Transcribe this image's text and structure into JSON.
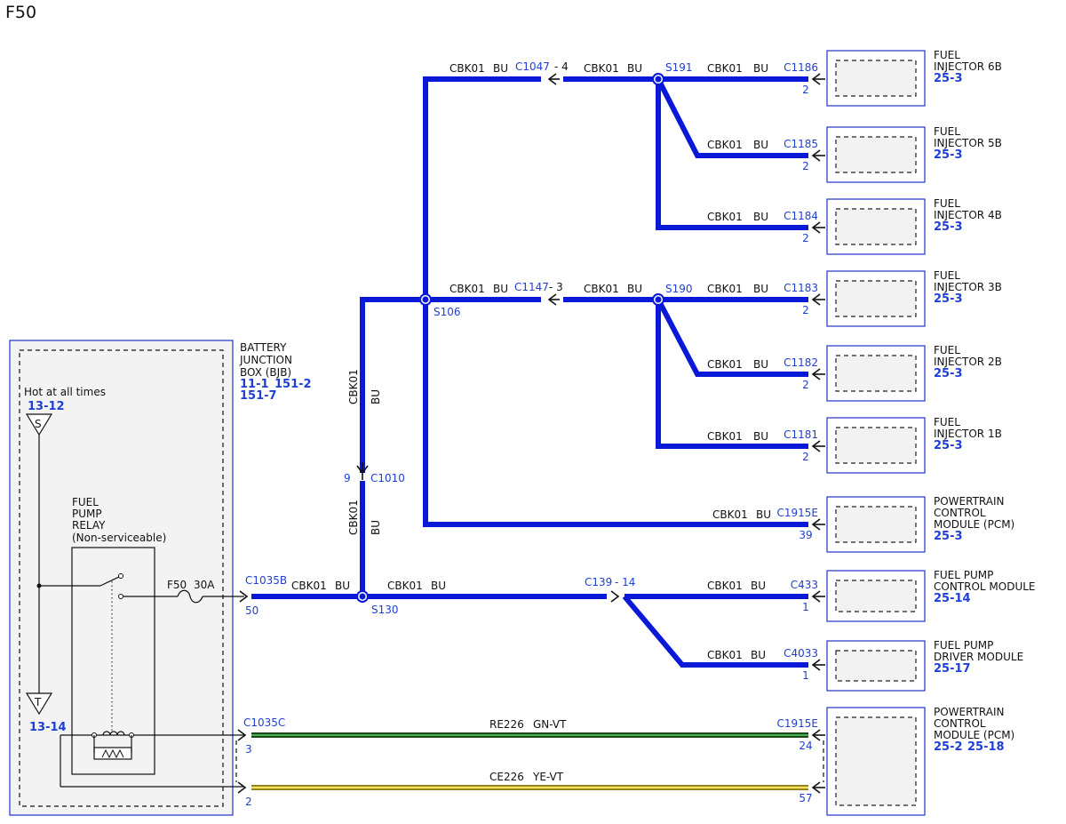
{
  "page_title": "F50",
  "colors": {
    "wire_blue": "#0a18d8",
    "link_blue": "#1f3fd4",
    "wire_green": "#2e7d32",
    "wire_yellow": "#e8d240"
  },
  "bjb": {
    "name": [
      "BATTERY",
      "JUNCTION",
      "BOX (BJB)"
    ],
    "refs_line1": [
      "11-1",
      "151-2"
    ],
    "refs_line2": "151-7",
    "hot_label": "Hot at all times",
    "s_ref": "13-12",
    "s_symbol": "S",
    "t_symbol": "T",
    "t_ref": "13-14",
    "relay_name": [
      "FUEL",
      "PUMP",
      "RELAY",
      "(Non-serviceable)"
    ],
    "fuse_label": "F50",
    "fuse_rating": "30A"
  },
  "splices": {
    "s191": "S191",
    "s190": "S190",
    "s106": "S106",
    "s130": "S130"
  },
  "inline_connectors": {
    "c1047": {
      "name": "C1047",
      "pin": "- 4"
    },
    "c1147": {
      "name": "C1147",
      "pin": "- 3"
    },
    "c1010": {
      "name": "C1010",
      "pin": "9"
    },
    "c139": {
      "name": "C139",
      "pin": "- 14"
    },
    "c1035b": {
      "name": "C1035B",
      "pin": "50"
    },
    "c1035c": {
      "name": "C1035C",
      "pin": "3",
      "pin2": "2"
    }
  },
  "wires": {
    "circuit": "CBK01",
    "color": "BU",
    "re226": {
      "circuit": "RE226",
      "color": "GN-VT"
    },
    "ce226": {
      "circuit": "CE226",
      "color": "YE-VT"
    }
  },
  "components": [
    {
      "id": "inj6b",
      "connector": "C1186",
      "pin": "2",
      "name": [
        "FUEL",
        "INJECTOR 6B"
      ],
      "ref": "25-3"
    },
    {
      "id": "inj5b",
      "connector": "C1185",
      "pin": "2",
      "name": [
        "FUEL",
        "INJECTOR 5B"
      ],
      "ref": "25-3"
    },
    {
      "id": "inj4b",
      "connector": "C1184",
      "pin": "2",
      "name": [
        "FUEL",
        "INJECTOR 4B"
      ],
      "ref": "25-3"
    },
    {
      "id": "inj3b",
      "connector": "C1183",
      "pin": "2",
      "name": [
        "FUEL",
        "INJECTOR 3B"
      ],
      "ref": "25-3"
    },
    {
      "id": "inj2b",
      "connector": "C1182",
      "pin": "2",
      "name": [
        "FUEL",
        "INJECTOR 2B"
      ],
      "ref": "25-3"
    },
    {
      "id": "inj1b",
      "connector": "C1181",
      "pin": "2",
      "name": [
        "FUEL",
        "INJECTOR 1B"
      ],
      "ref": "25-3"
    },
    {
      "id": "pcm1",
      "connector": "C1915E",
      "pin": "39",
      "name": [
        "POWERTRAIN",
        "CONTROL",
        "MODULE (PCM)"
      ],
      "ref": "25-3"
    },
    {
      "id": "fpcm",
      "connector": "C433",
      "pin": "1",
      "name": [
        "FUEL PUMP",
        "CONTROL MODULE"
      ],
      "ref": "25-14"
    },
    {
      "id": "fpdm",
      "connector": "C4033",
      "pin": "1",
      "name": [
        "FUEL PUMP",
        "DRIVER MODULE"
      ],
      "ref": "25-17"
    },
    {
      "id": "pcm2",
      "connector": "C1915E",
      "pin": "24",
      "pin2": "57",
      "name": [
        "POWERTRAIN",
        "CONTROL",
        "MODULE (PCM)"
      ],
      "ref": "25-2",
      "ref2": "25-18"
    }
  ]
}
